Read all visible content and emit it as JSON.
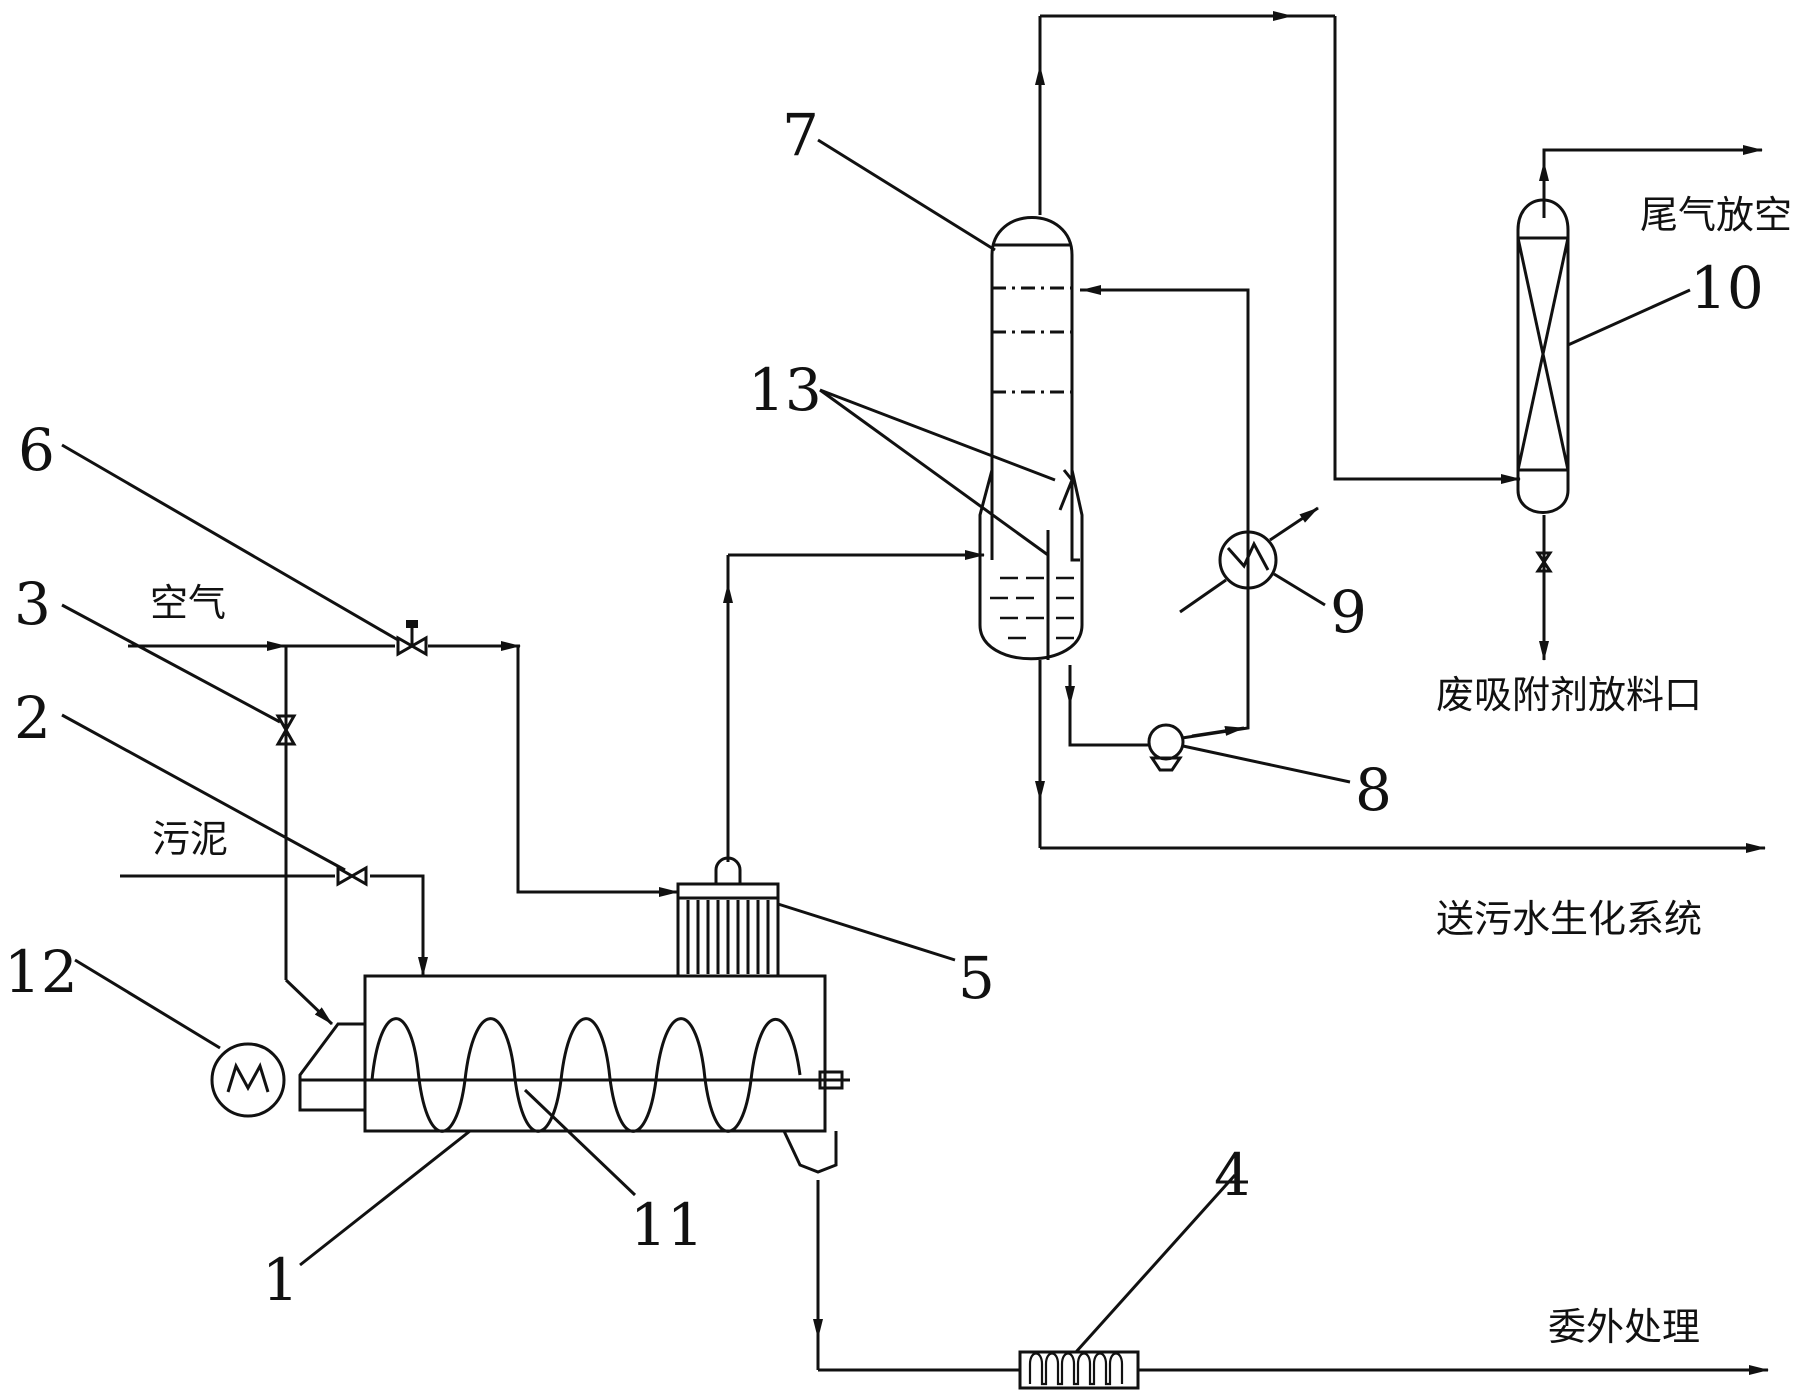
{
  "labels": {
    "air": "空气",
    "sludge": "污泥",
    "exhaust_vent": "尾气放空",
    "spent_adsorbent_outlet": "废吸附剂放料口",
    "to_wastewater_biochem": "送污水生化系统",
    "outsourced_treatment": "委外处理"
  },
  "callouts": {
    "n1": "1",
    "n2": "2",
    "n3": "3",
    "n4": "4",
    "n5": "5",
    "n6": "6",
    "n7": "7",
    "n8": "8",
    "n9": "9",
    "n10": "10",
    "n11": "11",
    "n12": "12",
    "n13": "13"
  }
}
